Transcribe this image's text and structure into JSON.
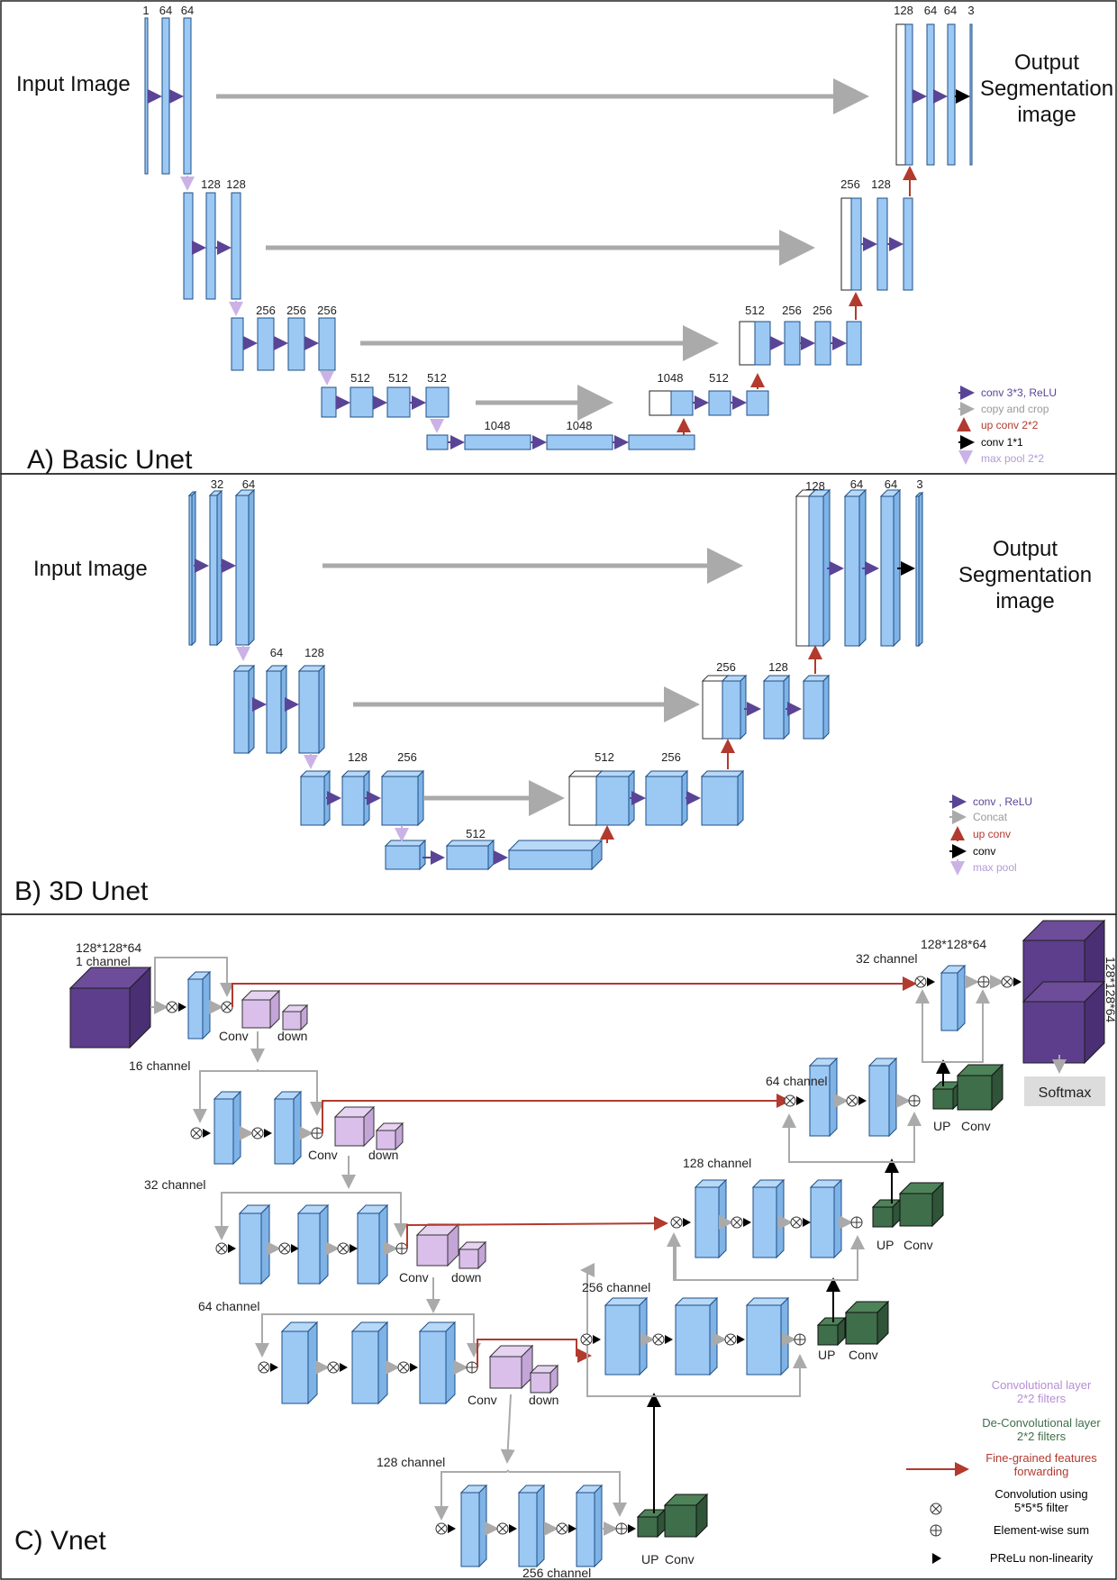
{
  "colors": {
    "blue": "#9cc8f4",
    "blue_dark": "#7fb3e6",
    "blue_stroke": "#1e4f86",
    "purple_arrow": "#5a4496",
    "gray_arrow": "#aaaaaa",
    "red_arrow": "#b23a2e",
    "lilac_arrow": "#cbb2e6",
    "black": "#000000",
    "cube_purple": "#5d3e8c",
    "conv_pink": "#d9bfe9",
    "deconv_green": "#3f6e4a",
    "softmax_bg": "#dcdcdc"
  },
  "panel_a": {
    "title": "A) Basic Unet",
    "input_label": "Input Image",
    "output_label": [
      "Output",
      "Segmentation",
      "image"
    ],
    "channel_labels": {
      "l1": [
        "1",
        "64",
        "64"
      ],
      "l2": [
        "128",
        "128"
      ],
      "l3": [
        "256",
        "256",
        "256"
      ],
      "l4": [
        "512",
        "512",
        "512"
      ],
      "bottom": [
        "1048",
        "1048"
      ],
      "u4": [
        "1048",
        "512"
      ],
      "u3": [
        "512",
        "256",
        "256"
      ],
      "u2": [
        "256",
        "128"
      ],
      "u1": [
        "128",
        "64",
        "64",
        "3"
      ]
    },
    "legend": [
      "conv 3*3, ReLU",
      "copy and crop",
      "up conv 2*2",
      "conv 1*1",
      "max pool 2*2"
    ]
  },
  "panel_b": {
    "title": "B) 3D Unet",
    "input_label": "Input Image",
    "output_label": [
      "Output",
      "Segmentation",
      "image"
    ],
    "channel_labels": {
      "l1": [
        "32",
        "64"
      ],
      "l2": [
        "64",
        "128"
      ],
      "l3": [
        "128",
        "256"
      ],
      "bottom": [
        "512"
      ],
      "u3": [
        "512",
        "256"
      ],
      "u2": [
        "256",
        "128"
      ],
      "u1": [
        "128",
        "64",
        "64",
        "3"
      ]
    },
    "legend": [
      "conv , ReLU",
      "Concat",
      "up conv",
      "conv",
      "max pool"
    ]
  },
  "panel_c": {
    "title": "C) Vnet",
    "input_dims": "128*128*64",
    "input_channel": "1 channel",
    "output_dims": "128*128*64",
    "output_side_label": "128*128*64",
    "softmax": "Softmax",
    "channels": [
      "16 channel",
      "32 channel",
      "64 channel",
      "128 channel",
      "256 channel",
      "32 channel",
      "64 channel",
      "128 channel",
      "256 channel"
    ],
    "conv": "Conv",
    "down": "down",
    "up": "UP",
    "legend": {
      "conv_layer": [
        "Convolutional layer",
        "2*2 filters"
      ],
      "deconv_layer": [
        "De-Convolutional layer",
        "2*2 filters"
      ],
      "fine_grained": [
        "Fine-grained features",
        "forwarding"
      ],
      "convolution": [
        "Convolution using",
        "5*5*5 filter"
      ],
      "sum": "Element-wise sum",
      "prelu": "PReLu non-linearity"
    }
  }
}
